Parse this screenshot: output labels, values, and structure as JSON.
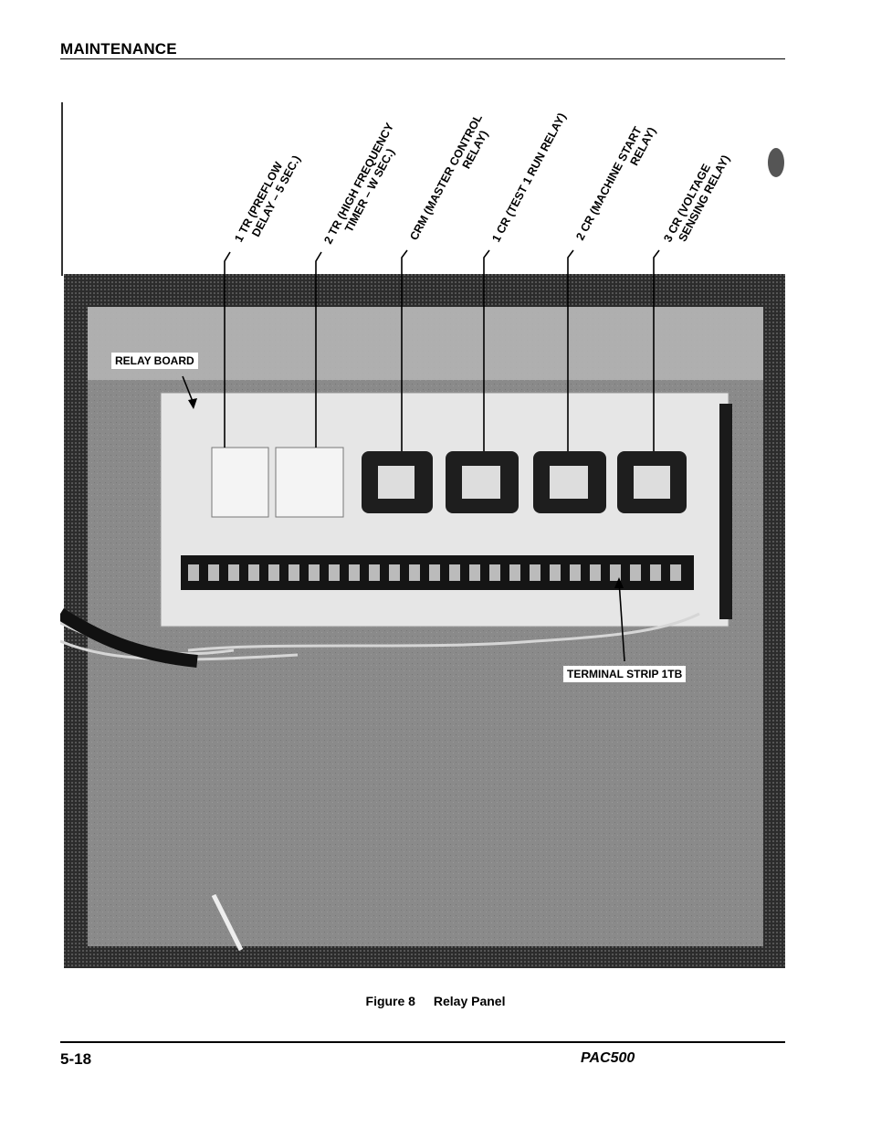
{
  "header": {
    "section_title": "MAINTENANCE"
  },
  "figure": {
    "callouts": [
      {
        "line1": "1 TR (PREFLOW",
        "line2": "DELAY – 5 SEC.)"
      },
      {
        "line1": "2 TR (HIGH FREQUENCY",
        "line2": "TIMER – W SEC.)"
      },
      {
        "line1": "CRM (MASTER CONTROL",
        "line2": "RELAY)"
      },
      {
        "line1": "1 CR (TEST 1 RUN RELAY)",
        "line2": ""
      },
      {
        "line1": "2 CR (MACHINE START",
        "line2": "RELAY)"
      },
      {
        "line1": "3 CR (VOLTAGE",
        "line2": "SENSING RELAY)"
      }
    ],
    "relay_board_label": "RELAY BOARD",
    "terminal_strip_label": "TERMINAL STRIP 1TB",
    "caption_number": "Figure 8",
    "caption_title": "Relay Panel"
  },
  "footer": {
    "page_number": "5-18",
    "document_id": "PAC500"
  }
}
